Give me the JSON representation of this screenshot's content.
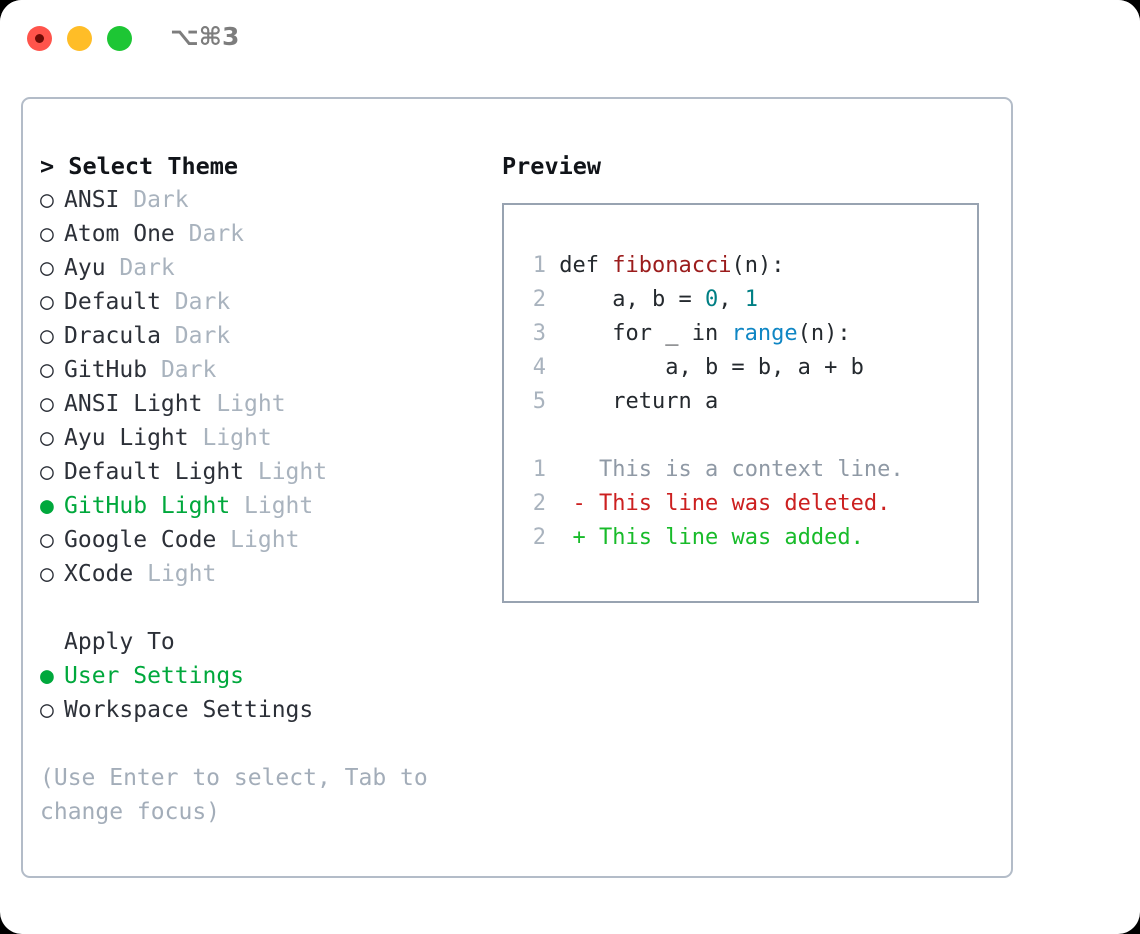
{
  "titlebar": {
    "shortcut": "⌥⌘3",
    "buttons": {
      "close": "close",
      "minimize": "minimize",
      "maximize": "maximize"
    }
  },
  "theme_picker": {
    "header": "> Select Theme",
    "items": [
      {
        "bullet": "○",
        "name": "ANSI",
        "kind": "Dark",
        "selected": false
      },
      {
        "bullet": "○",
        "name": "Atom One",
        "kind": "Dark",
        "selected": false
      },
      {
        "bullet": "○",
        "name": "Ayu",
        "kind": "Dark",
        "selected": false
      },
      {
        "bullet": "○",
        "name": "Default",
        "kind": "Dark",
        "selected": false
      },
      {
        "bullet": "○",
        "name": "Dracula",
        "kind": "Dark",
        "selected": false
      },
      {
        "bullet": "○",
        "name": "GitHub",
        "kind": "Dark",
        "selected": false
      },
      {
        "bullet": "○",
        "name": "ANSI Light",
        "kind": "Light",
        "selected": false
      },
      {
        "bullet": "○",
        "name": "Ayu Light",
        "kind": "Light",
        "selected": false
      },
      {
        "bullet": "○",
        "name": "Default Light",
        "kind": "Light",
        "selected": false
      },
      {
        "bullet": "●",
        "name": "GitHub Light",
        "kind": "Light",
        "selected": true
      },
      {
        "bullet": "○",
        "name": "Google Code",
        "kind": "Light",
        "selected": false
      },
      {
        "bullet": "○",
        "name": "XCode",
        "kind": "Light",
        "selected": false
      }
    ]
  },
  "apply_to": {
    "header": "Apply To",
    "options": [
      {
        "bullet": "●",
        "label": "User Settings",
        "selected": true
      },
      {
        "bullet": "○",
        "label": "Workspace Settings",
        "selected": false
      }
    ]
  },
  "hint": "(Use Enter to select, Tab to change focus)",
  "preview": {
    "title": "Preview",
    "code_lines": [
      {
        "num": "1",
        "tokens": [
          {
            "t": "def ",
            "c": "plain"
          },
          {
            "t": "fibonacci",
            "c": "fn"
          },
          {
            "t": "(n):",
            "c": "plain"
          }
        ]
      },
      {
        "num": "2",
        "tokens": [
          {
            "t": "    a, b = ",
            "c": "plain"
          },
          {
            "t": "0",
            "c": "num"
          },
          {
            "t": ", ",
            "c": "plain"
          },
          {
            "t": "1",
            "c": "num"
          }
        ]
      },
      {
        "num": "3",
        "tokens": [
          {
            "t": "    for _ in ",
            "c": "plain"
          },
          {
            "t": "range",
            "c": "call"
          },
          {
            "t": "(n):",
            "c": "plain"
          }
        ]
      },
      {
        "num": "4",
        "tokens": [
          {
            "t": "        a, b = b, a + b",
            "c": "plain"
          }
        ]
      },
      {
        "num": "5",
        "tokens": [
          {
            "t": "    return a",
            "c": "plain"
          }
        ]
      }
    ],
    "diff_lines": [
      {
        "num": "1",
        "marker": "  ",
        "text": "This is a context line.",
        "kind": "ctx"
      },
      {
        "num": "2",
        "marker": "- ",
        "text": "This line was deleted.",
        "kind": "del"
      },
      {
        "num": "2",
        "marker": "+ ",
        "text": "This line was added.",
        "kind": "add"
      }
    ]
  },
  "colors": {
    "accent_green": "#00a83c",
    "muted": "#a9b3be",
    "border": "#b3bcc8",
    "preview_border": "#98a3b1",
    "diff_add": "#18bb2a",
    "diff_del": "#cc2020",
    "code_fn": "#9b1c1c",
    "code_num": "#007f84",
    "code_call": "#0f86c4",
    "traffic_close": "#ff544b",
    "traffic_min": "#ffbd27",
    "traffic_max": "#1dc634"
  }
}
